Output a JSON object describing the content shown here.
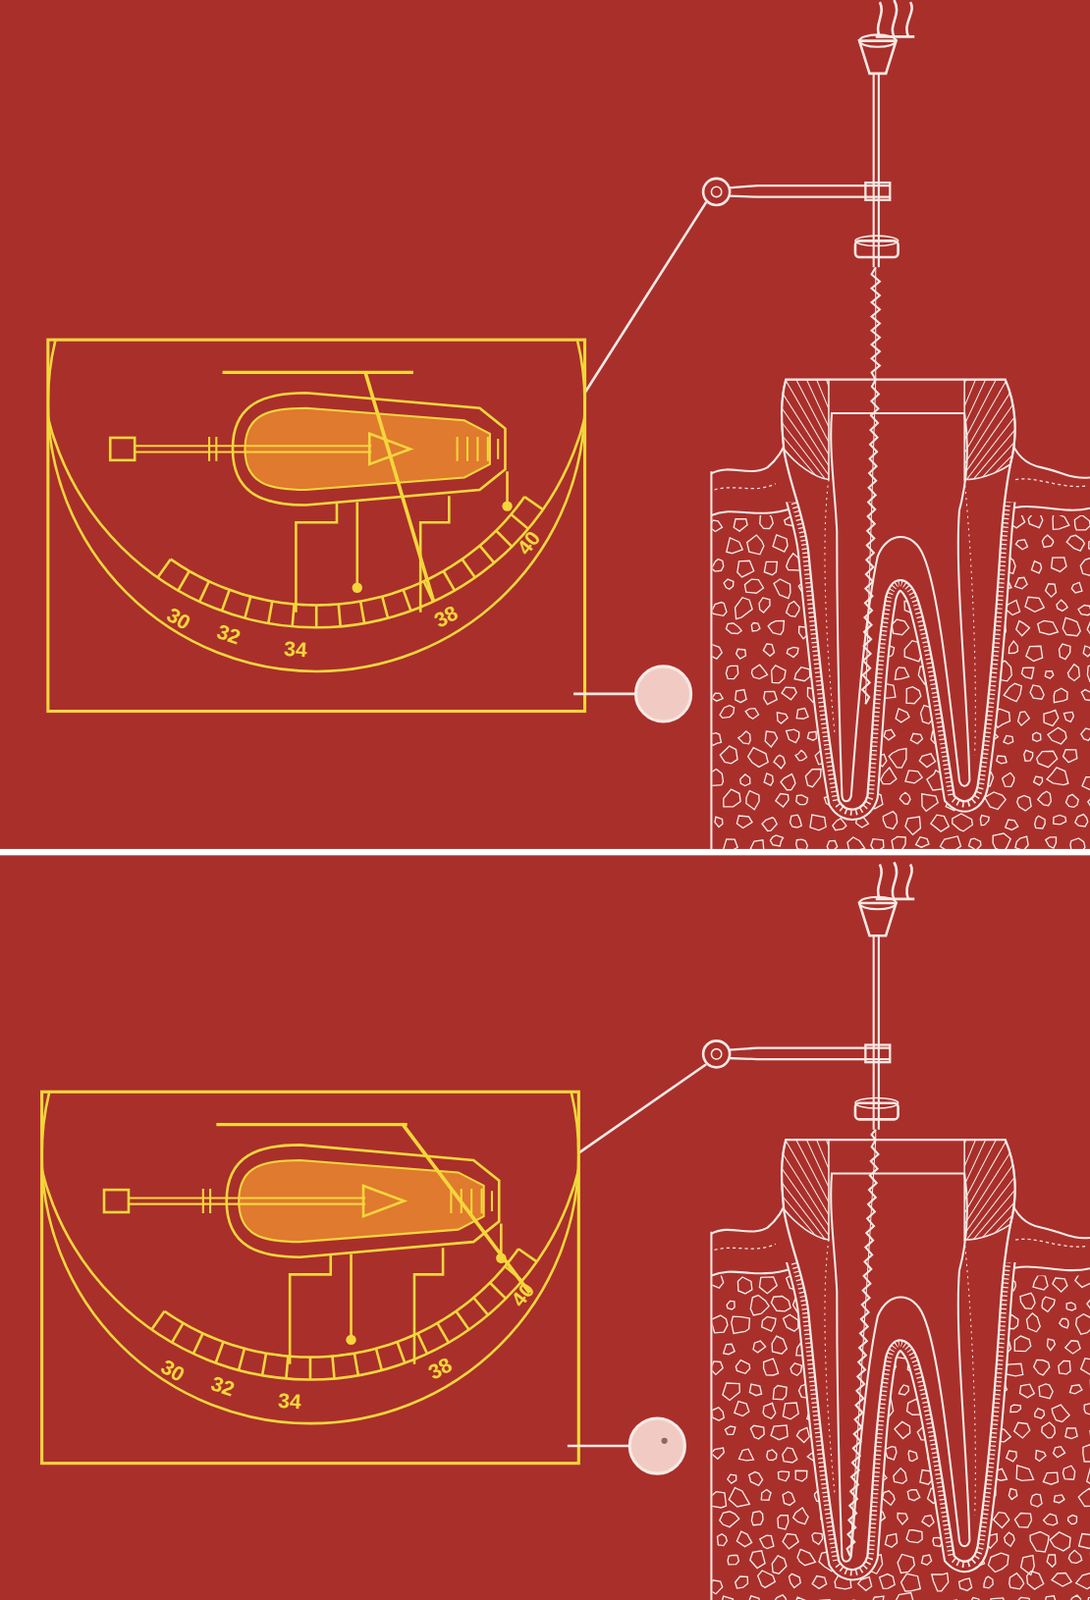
{
  "diagram": {
    "labels": [
      "30",
      "32",
      "34",
      "38",
      "40",
      "30",
      "32",
      "34",
      "38",
      "40"
    ]
  }
}
